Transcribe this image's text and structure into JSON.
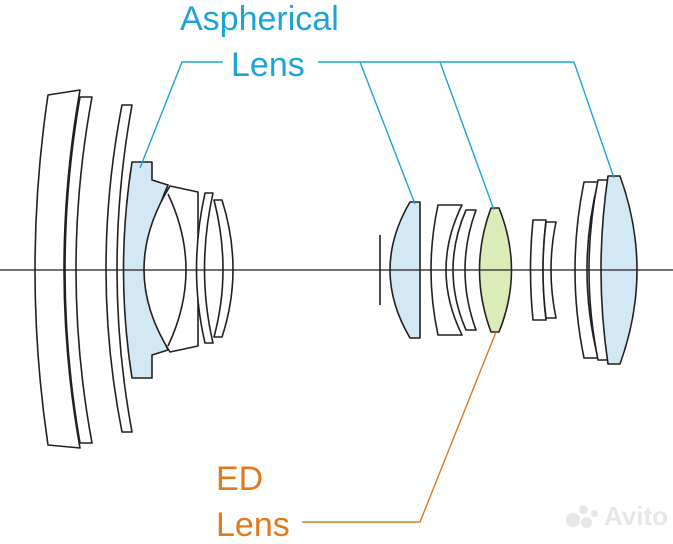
{
  "labels": {
    "aspherical_line1": "Aspherical",
    "aspherical_line2": "Lens",
    "ed_line1": "ED",
    "ed_line2": "Lens"
  },
  "watermark": {
    "text": "Avito"
  },
  "colors": {
    "aspherical": "#1ea3d8",
    "aspherical_fill": "#d3e8f5",
    "ed": "#e07a1e",
    "ed_fill": "#dcecb8",
    "outline": "#231f20"
  }
}
